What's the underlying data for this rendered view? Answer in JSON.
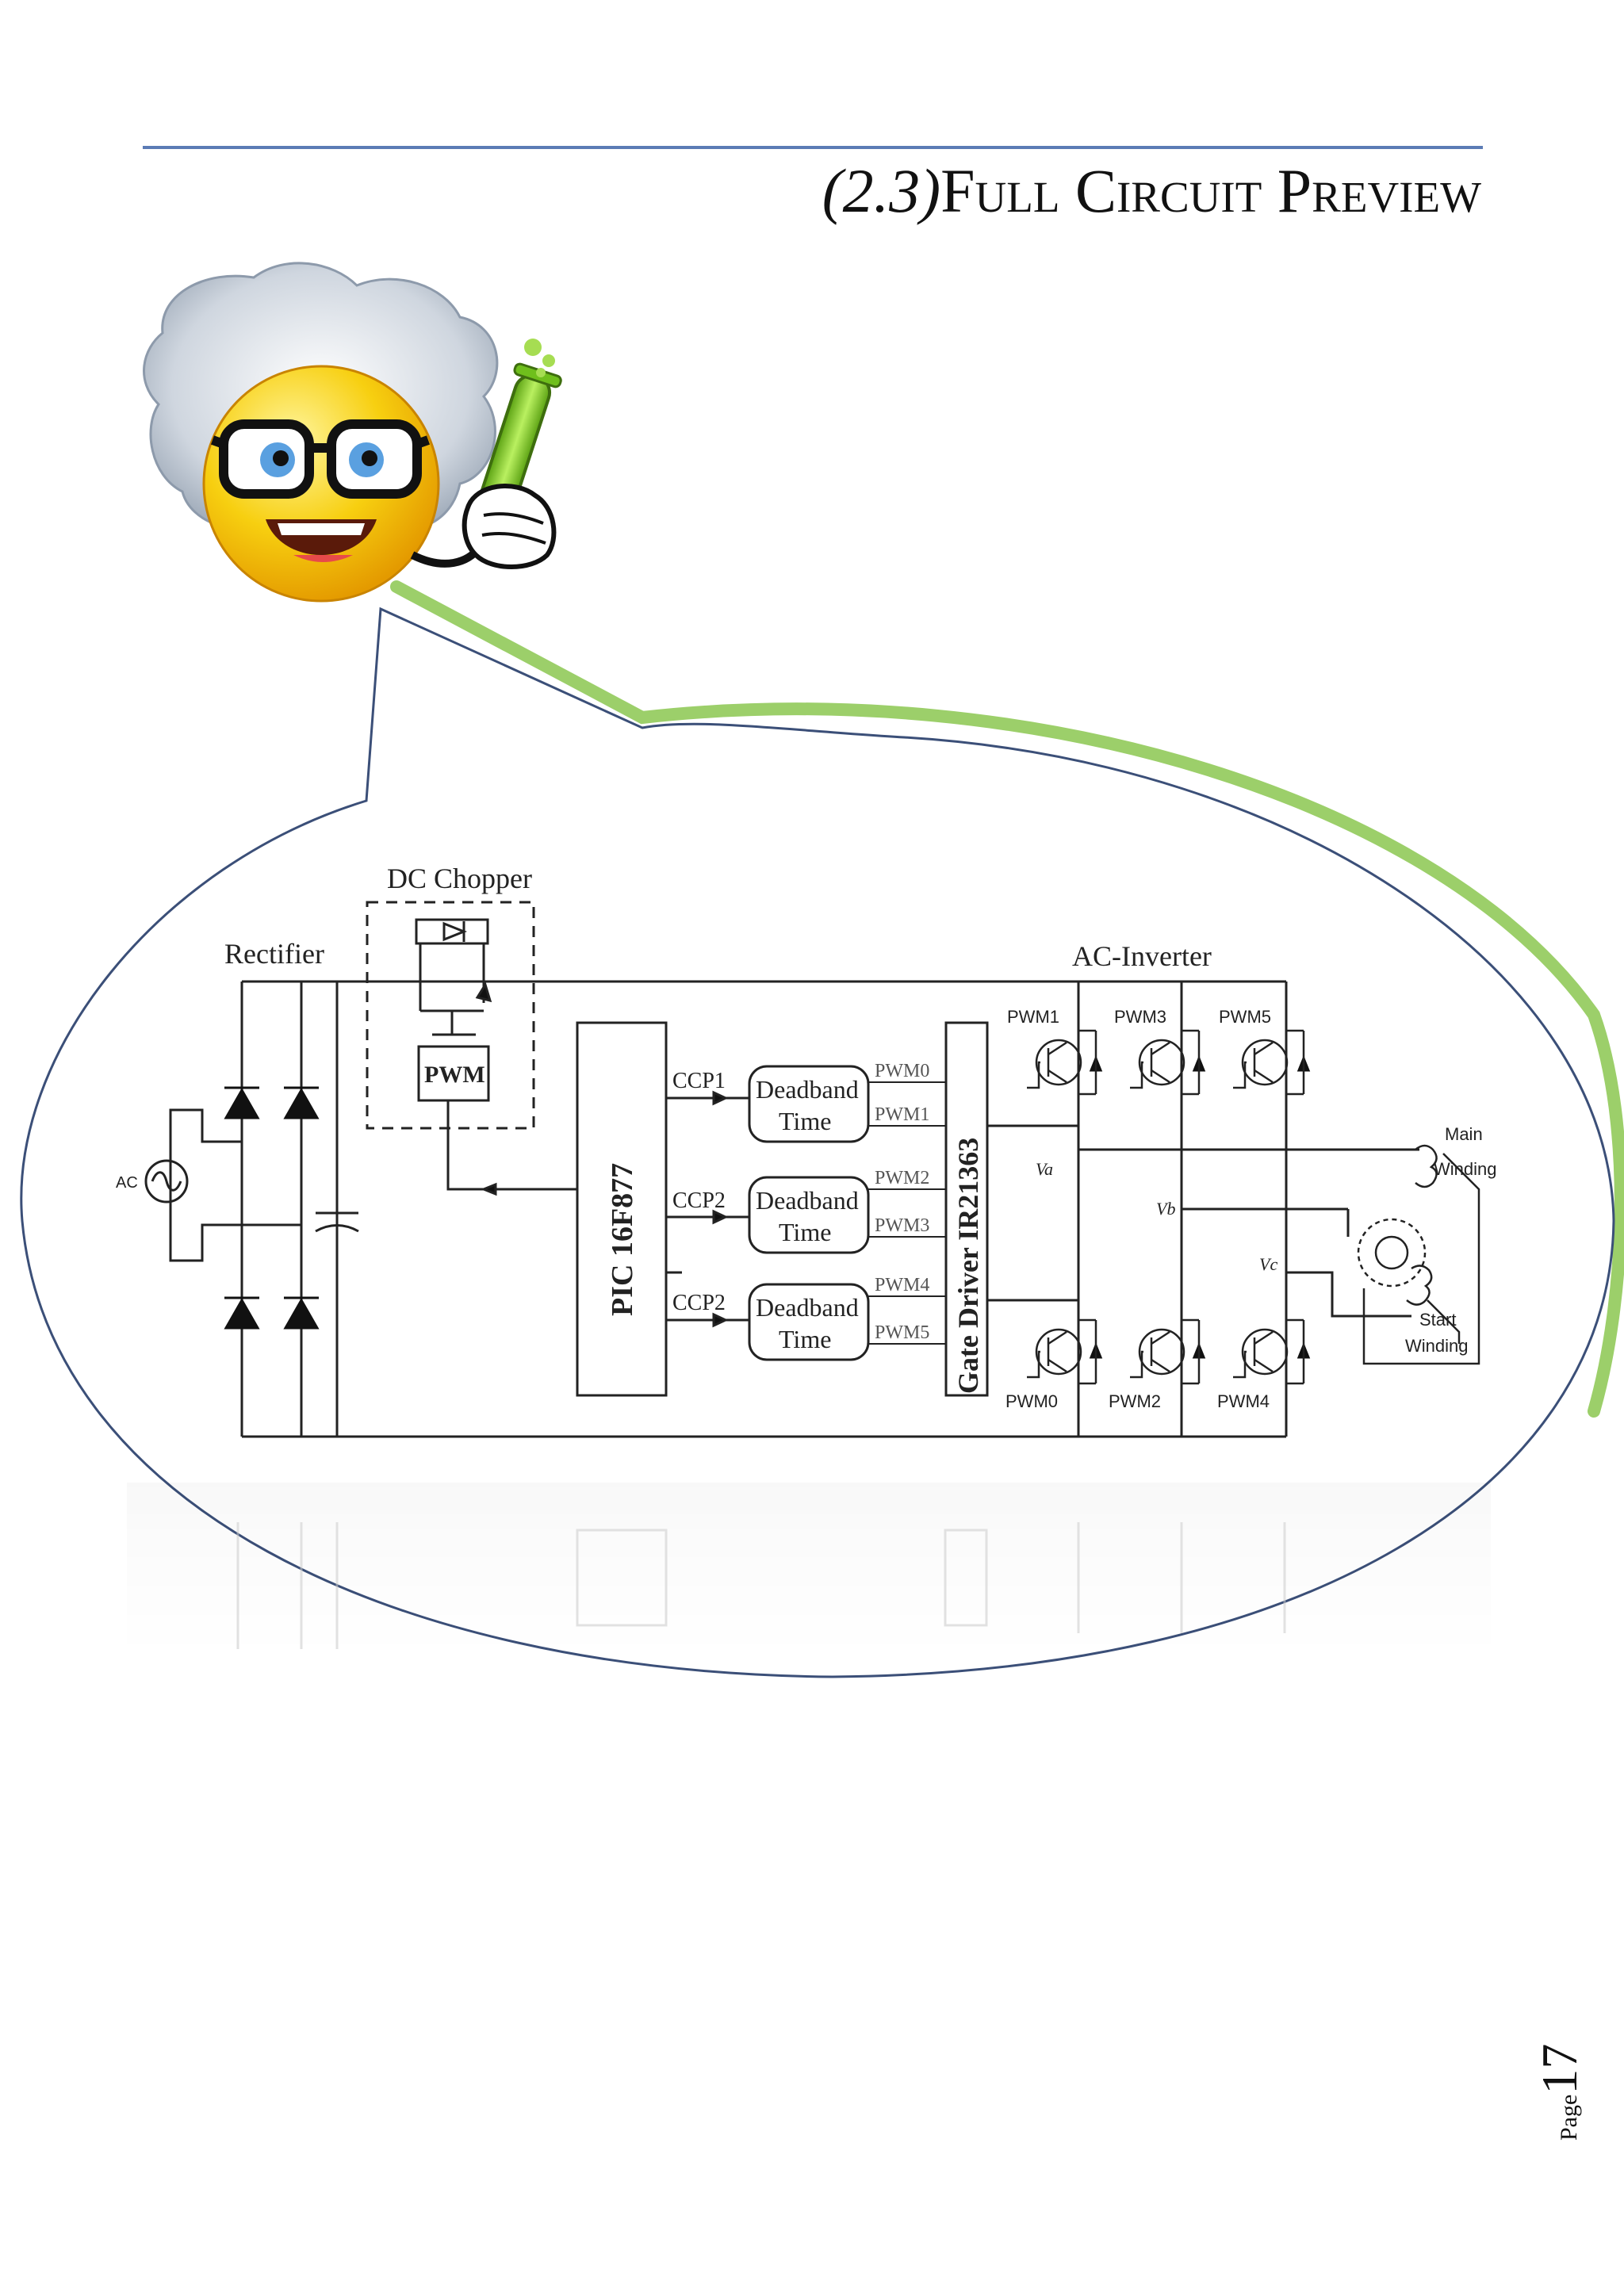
{
  "header": {
    "section_number": "(2.3)",
    "section_title": "Full Circuit Preview"
  },
  "diagram": {
    "labels": {
      "rectifier": "Rectifier",
      "dc_chopper": "DC Chopper",
      "ac_inverter": "AC-Inverter",
      "ac_source": "AC",
      "chopper_pwm": "PWM",
      "mcu": "PIC 16F877",
      "gate_driver": "Gate Driver IR21363",
      "ccp1": "CCP1",
      "ccp2": "CCP2",
      "ccp2b": "CCP2",
      "deadband1_line1": "Deadband",
      "deadband1_line2": "Time",
      "deadband2_line1": "Deadband",
      "deadband2_line2": "Time",
      "deadband3_line1": "Deadband",
      "deadband3_line2": "Time",
      "pwm0_in": "PWM0",
      "pwm1_in": "PWM1",
      "pwm2_in": "PWM2",
      "pwm3_in": "PWM3",
      "pwm4_in": "PWM4",
      "pwm5_in": "PWM5",
      "sw_pwm1": "PWM1",
      "sw_pwm3": "PWM3",
      "sw_pwm5": "PWM5",
      "sw_pwm0": "PWM0",
      "sw_pwm2": "PWM2",
      "sw_pwm4": "PWM4",
      "va": "Va",
      "vb": "Vb",
      "vc": "Vc",
      "main_winding_line1": "Main",
      "main_winding_line2": "Winding",
      "start_winding_line1": "Start",
      "start_winding_line2": "Winding"
    }
  },
  "footer": {
    "page_label": "Page",
    "page_number": "17"
  },
  "colors": {
    "rule": "#5b7bb5",
    "bubble_outline": "#3b4f78",
    "bubble_shadow": "#9ccf6a",
    "wire": "#222222",
    "mascot_face": "#f5c400",
    "mascot_hair": "#b9c3cf",
    "test_tube": "#8fd42e"
  }
}
